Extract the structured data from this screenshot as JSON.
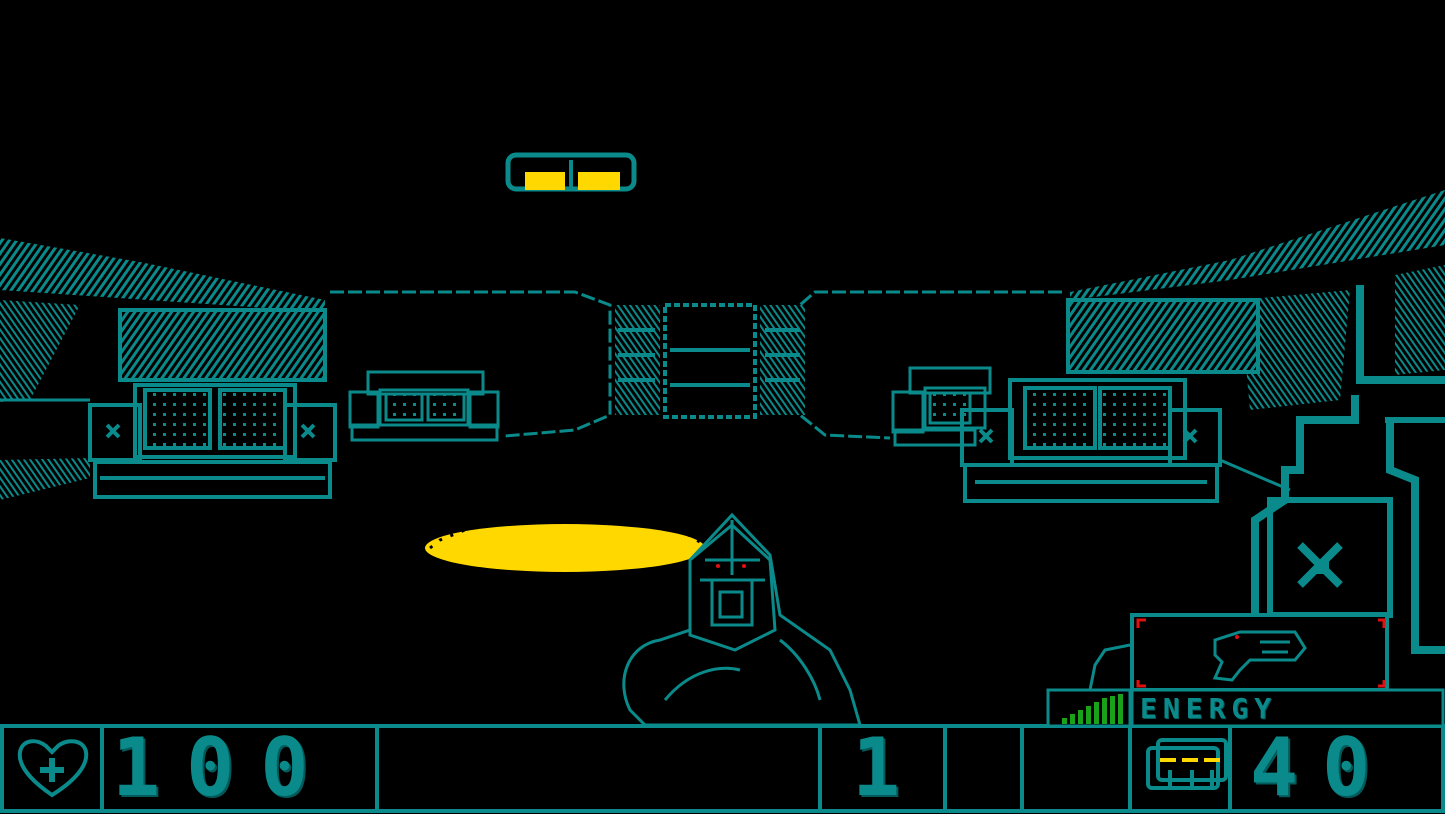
{
  "game": {
    "palette": {
      "background": "#000000",
      "teal": "#0a8a8a",
      "teal_dark": "#035a5a",
      "yellow": "#ffd800",
      "red": "#e01010",
      "green": "#1aa31a"
    }
  },
  "hud": {
    "health_icon": "heart-plus-icon",
    "health": "100",
    "slot_number": "1",
    "energy_label": "ENERGY",
    "energy_icon": "battery-icon",
    "energy": "40",
    "weapon_icon": "blaster-pistol-icon",
    "signal_icon": "signal-bars-icon"
  }
}
